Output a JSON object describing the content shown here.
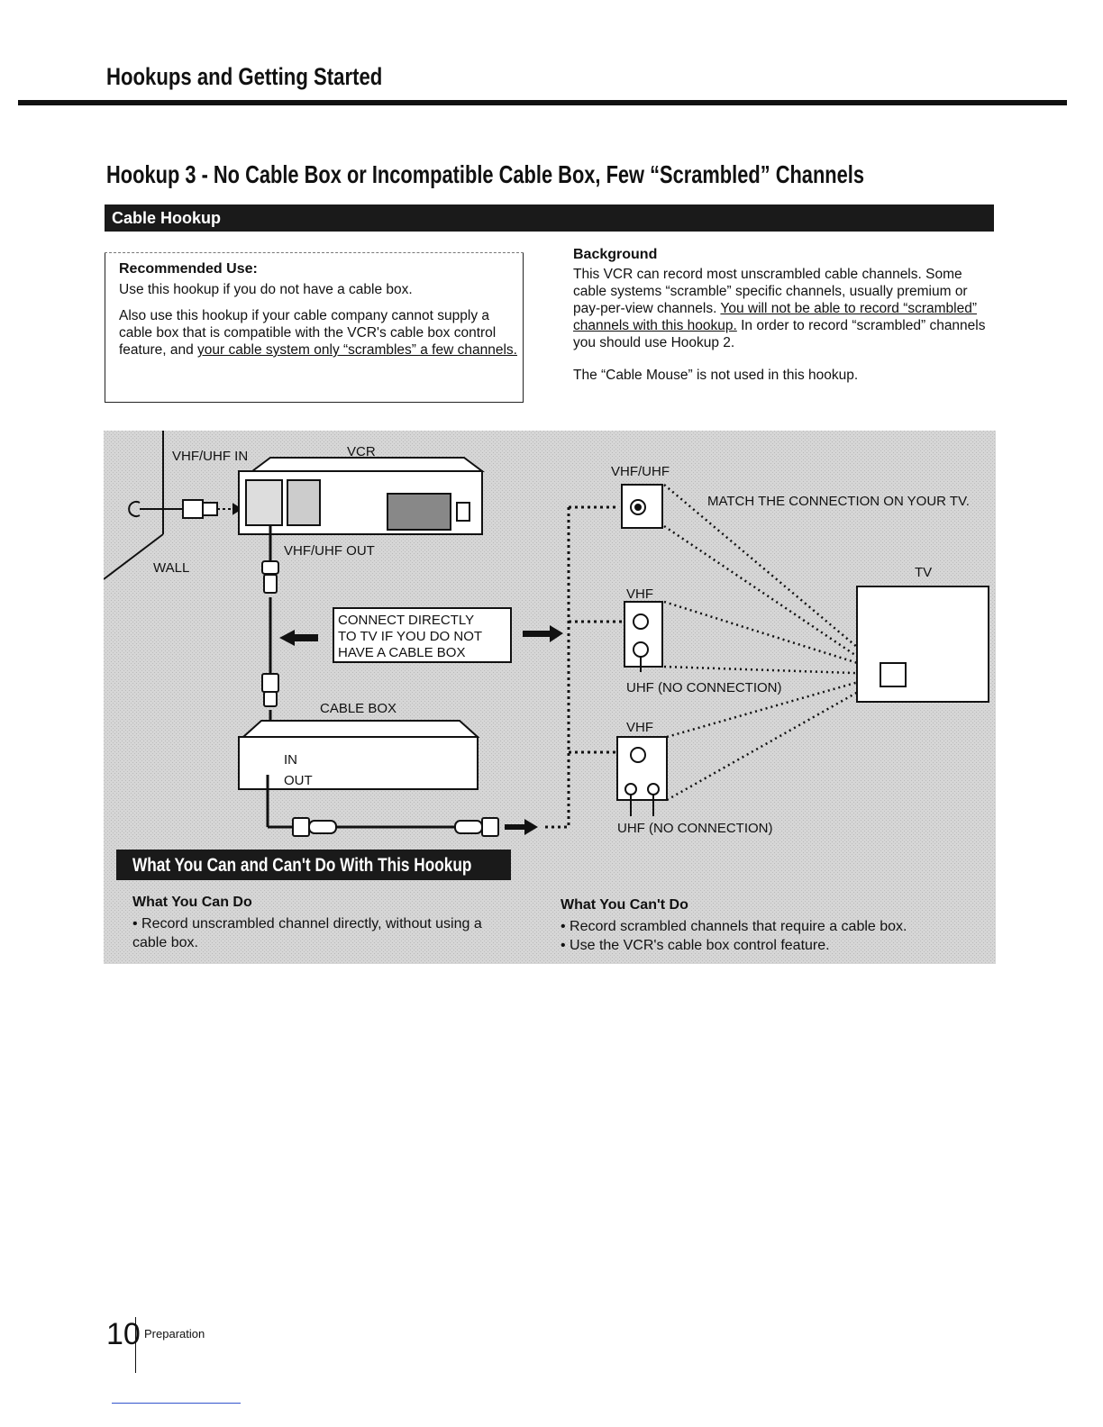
{
  "header": {
    "section_title": "Hookups and Getting Started"
  },
  "hookup_title": "Hookup 3 - No Cable Box or Incompatible Cable Box, Few “Scrambled” Channels",
  "cable_bar_label": "Cable Hookup",
  "recommended": {
    "heading": "Recommended Use:",
    "p1": "Use this hookup if you do not have a cable box.",
    "p2_a": "Also use this hookup if your cable company cannot supply a cable box that is compatible with the VCR's cable box control feature, and ",
    "p2_underline": "your cable system only “scrambles” a few channels.",
    "p2_b": ""
  },
  "background": {
    "heading": "Background",
    "p1_a": "This VCR can record most unscrambled cable channels. Some cable systems “scramble” specific channels, usually premium or pay-per-view channels. ",
    "p1_underline": "You will not be able to record “scrambled” channels with this hookup.",
    "p1_b": " In order to record “scrambled” channels you should use Hookup 2.",
    "p2": "The “Cable Mouse” is not used in this hookup."
  },
  "diagram": {
    "vhf_uhf_in": "VHF/UHF IN",
    "vcr": "VCR",
    "wall": "WALL",
    "vhf_uhf_out": "VHF/UHF OUT",
    "connect_line1": "CONNECT DIRECTLY",
    "connect_line2": "TO TV IF YOU DO NOT",
    "connect_line3": "HAVE A CABLE BOX",
    "cable_box": "CABLE BOX",
    "in": "IN",
    "out": "OUT",
    "vhf_uhf": "VHF/UHF",
    "match": "MATCH THE CONNECTION ON YOUR TV.",
    "tv": "TV",
    "vhf_1": "VHF",
    "uhf_no_conn_1": "UHF (NO CONNECTION)",
    "vhf_2": "VHF",
    "uhf_no_conn_2": "UHF (NO CONNECTION)"
  },
  "what_you_can": {
    "bar_label": "What You Can and Can't Do With This Hookup",
    "can_heading": "What You Can Do",
    "can_item": "• Record unscrambled channel directly, without using a cable box.",
    "cant_heading": "What You Can't Do",
    "cant_items": [
      "• Record scrambled channels that require a cable box.",
      "• Use the VCR's cable box control feature."
    ]
  },
  "footer": {
    "page_number": "10",
    "section": "Preparation"
  },
  "colors": {
    "bar": "#1a1a1a",
    "diagram_bg": "#d2d2d2"
  }
}
